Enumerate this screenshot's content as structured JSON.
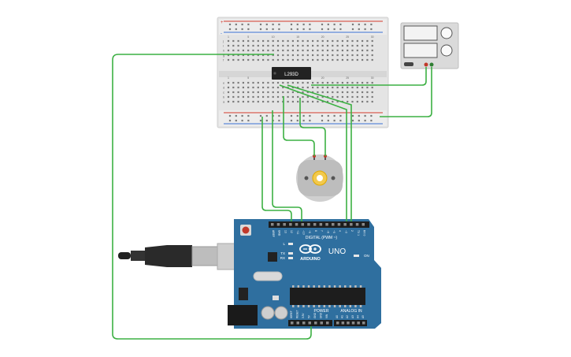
{
  "breadboard": {
    "column_numbers": [
      "1",
      "5",
      "10",
      "15",
      "20",
      "25",
      "30"
    ],
    "row_letters_top": [
      "j",
      "i",
      "h",
      "g",
      "f"
    ],
    "row_letters_bottom": [
      "e",
      "d",
      "c",
      "b",
      "a"
    ],
    "rail_marks": [
      "+",
      "-"
    ]
  },
  "chip": {
    "label": "L293D"
  },
  "power_supply": {
    "display_top": "",
    "display_bottom": ""
  },
  "arduino": {
    "brand": "ARDUINO",
    "model": "UNO",
    "digital_label": "DIGITAL (PWM ~)",
    "power_label": "POWER",
    "analog_label": "ANALOG IN",
    "on_label": "ON",
    "led_labels": [
      "L",
      "TX",
      "RX"
    ],
    "top_header_labels": [
      "AREF",
      "GND",
      "13",
      "12",
      "~11",
      "~10",
      "~9",
      "8",
      "7",
      "~6",
      "~5",
      "4",
      "~3",
      "2",
      "TX 1",
      "RX 0"
    ],
    "power_header_labels": [
      "IOREF",
      "RESET",
      "3.3V",
      "5V",
      "GND",
      "GND",
      "VIN"
    ],
    "analog_header_labels": [
      "A0",
      "A1",
      "A2",
      "A3",
      "A4",
      "A5"
    ]
  },
  "colors": {
    "wire": "#3cb043",
    "board_blue": "#2f6f9f",
    "breadboard": "#e6e6e6",
    "rail_red": "#d33a2c",
    "rail_blue": "#3a6fd3"
  },
  "icons": [
    "usb-cable-icon",
    "dc-motor-icon",
    "power-supply-icon",
    "reset-button-icon"
  ]
}
